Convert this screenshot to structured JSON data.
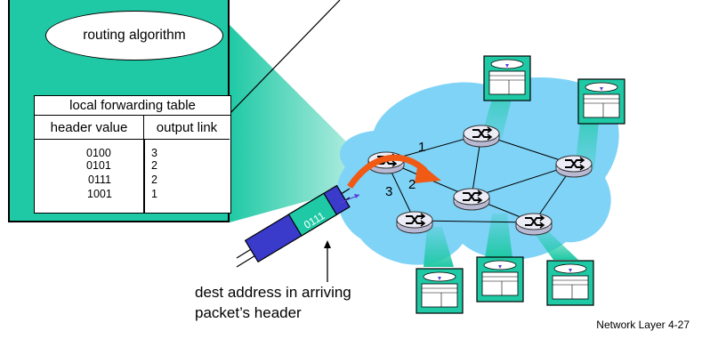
{
  "routing_algorithm_label": "routing algorithm",
  "table": {
    "title": "local forwarding table",
    "header_value_label": "header value",
    "output_link_label": "output link",
    "rows": [
      {
        "header": "0100",
        "link": "3"
      },
      {
        "header": "0101",
        "link": "2"
      },
      {
        "header": "0111",
        "link": "2"
      },
      {
        "header": "1001",
        "link": "1"
      }
    ]
  },
  "packet_header_value": "0111",
  "link_labels": [
    "1",
    "2",
    "3"
  ],
  "caption_line1": "dest address in arriving",
  "caption_line2": "packet’s header",
  "footer": "Network Layer 4-27",
  "colors": {
    "panel": "#1fc9a5",
    "cloud": "#7fd3f7",
    "router": "#d9d9ee",
    "arrow": "#f05a14",
    "down_arrow": "#5b3fd8",
    "packet_body": "#3a3acb",
    "packet_header": "#1fc9a5"
  }
}
